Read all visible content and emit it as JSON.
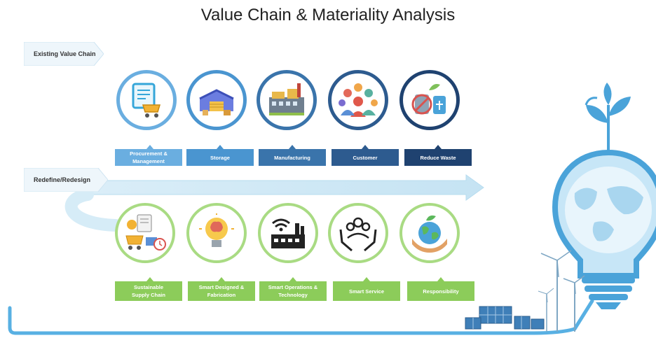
{
  "title": "Value Chain & Materiality Analysis",
  "existing": {
    "tag": "Existing Value Chain",
    "items": [
      {
        "label": "Procurement &\nManagement",
        "icon": "procurement-cart-icon",
        "color": "#6aaee0"
      },
      {
        "label": "Storage",
        "icon": "storage-warehouse-icon",
        "color": "#4a95d0"
      },
      {
        "label": "Manufacturing",
        "icon": "factory-icon",
        "color": "#3a74ab"
      },
      {
        "label": "Customer",
        "icon": "customer-group-icon",
        "color": "#2d5b8f"
      },
      {
        "label": "Reduce Waste",
        "icon": "reduce-waste-icon",
        "color": "#1f4270"
      }
    ]
  },
  "redesign": {
    "tag": "Redefine/Redesign",
    "items": [
      {
        "label": "Sustainable\nSupply Chain",
        "icon": "sustainable-supply-chain-icon",
        "color": "#8ccc5a"
      },
      {
        "label": "Smart Designed &\nFabrication",
        "icon": "smart-design-bulb-icon",
        "color": "#8ccc5a"
      },
      {
        "label": "Smart Operations &\nTechnology",
        "icon": "smart-factory-wifi-icon",
        "color": "#8ccc5a"
      },
      {
        "label": "Smart Service",
        "icon": "smart-service-hands-icon",
        "color": "#8ccc5a"
      },
      {
        "label": "Responsibility",
        "icon": "earth-hands-icon",
        "color": "#8ccc5a"
      }
    ]
  }
}
